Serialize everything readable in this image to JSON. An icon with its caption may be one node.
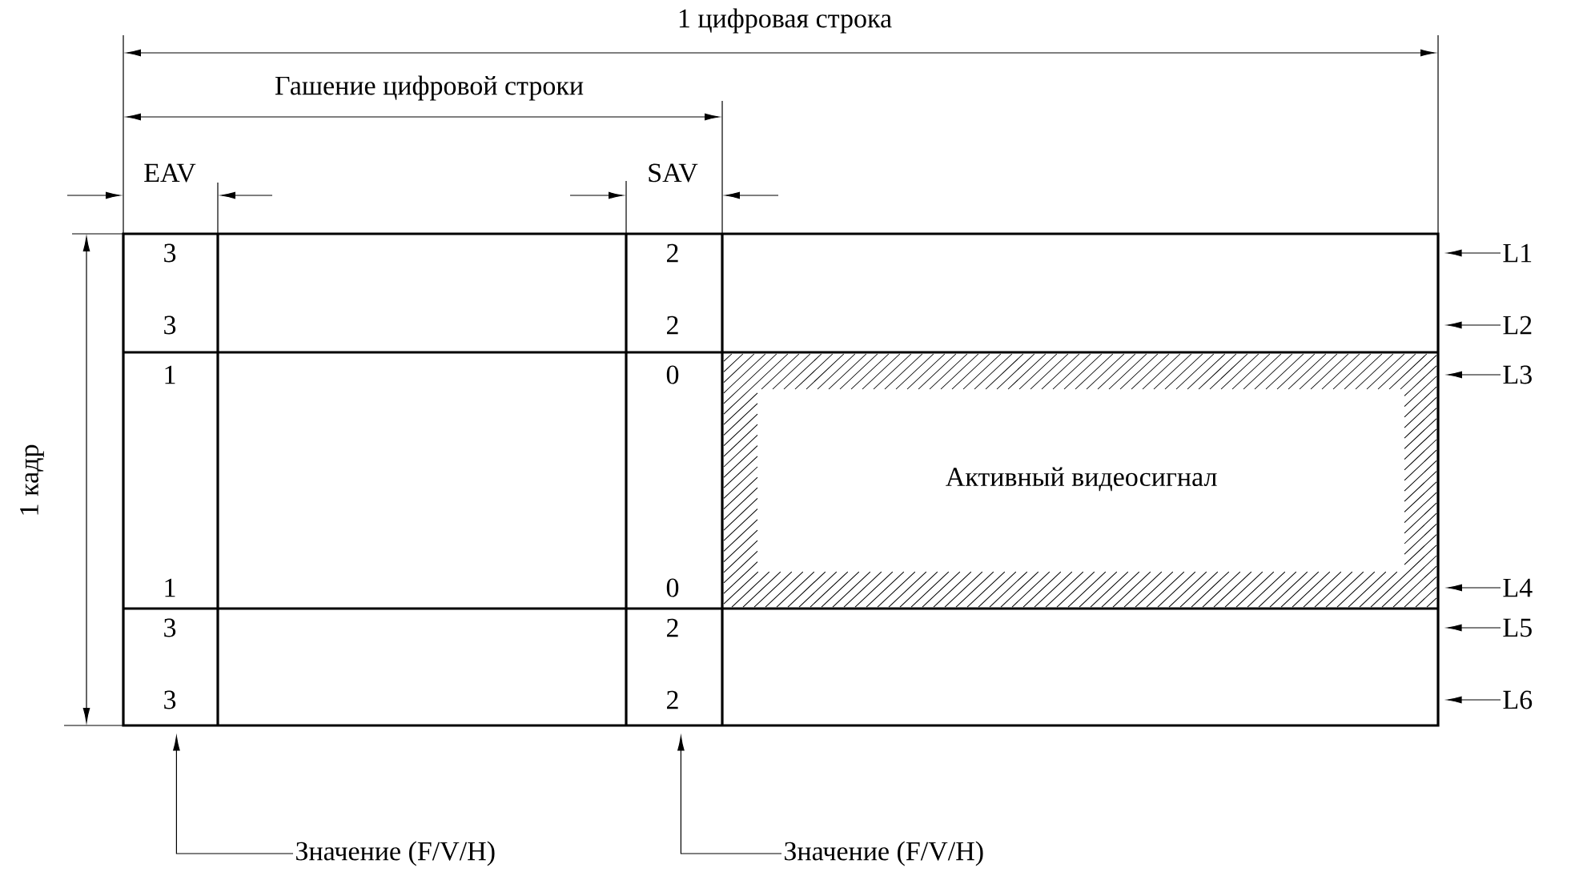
{
  "diagram": {
    "nodes": [
      {
        "text": [],
        "shape": "box"
      },
      {
        "text": [
          "L1"
        ]
      },
      {
        "text": [
          "L2"
        ]
      },
      {
        "text": [
          "L3"
        ]
      },
      {
        "text": [
          "Активный видеосигнал"
        ],
        "in": 0
      },
      {
        "text": [
          "L4"
        ]
      },
      {
        "text": [
          "L5"
        ]
      },
      {
        "text": [
          "L6"
        ]
      },
      {
        "text": [
          "Значение (F/V/H)"
        ]
      },
      {
        "text": [
          "Значение (F/V/H)"
        ]
      }
    ],
    "edges": [
      {
        "from": 1,
        "to": 0,
        "arrow": "to"
      },
      {
        "from": 2,
        "to": 0,
        "arrow": "to"
      },
      {
        "from": 3,
        "to": 4,
        "arrow": "to"
      },
      {
        "from": 5,
        "to": 4,
        "arrow": "to"
      },
      {
        "from": 6,
        "to": 0,
        "arrow": "to"
      },
      {
        "from": 7,
        "to": 0,
        "arrow": "to"
      },
      {
        "from": 8,
        "to": 0,
        "arrow": "to"
      },
      {
        "from": 9,
        "to": 0,
        "arrow": "to"
      }
    ],
    "labels": [
      "1 цифровая строка",
      "Гашение цифровой строки",
      "EAV",
      "SAV",
      "1 кадр",
      "3",
      "2",
      "3",
      "2",
      "1",
      "0",
      "1",
      "0",
      "3",
      "2",
      "3",
      "2"
    ]
  }
}
